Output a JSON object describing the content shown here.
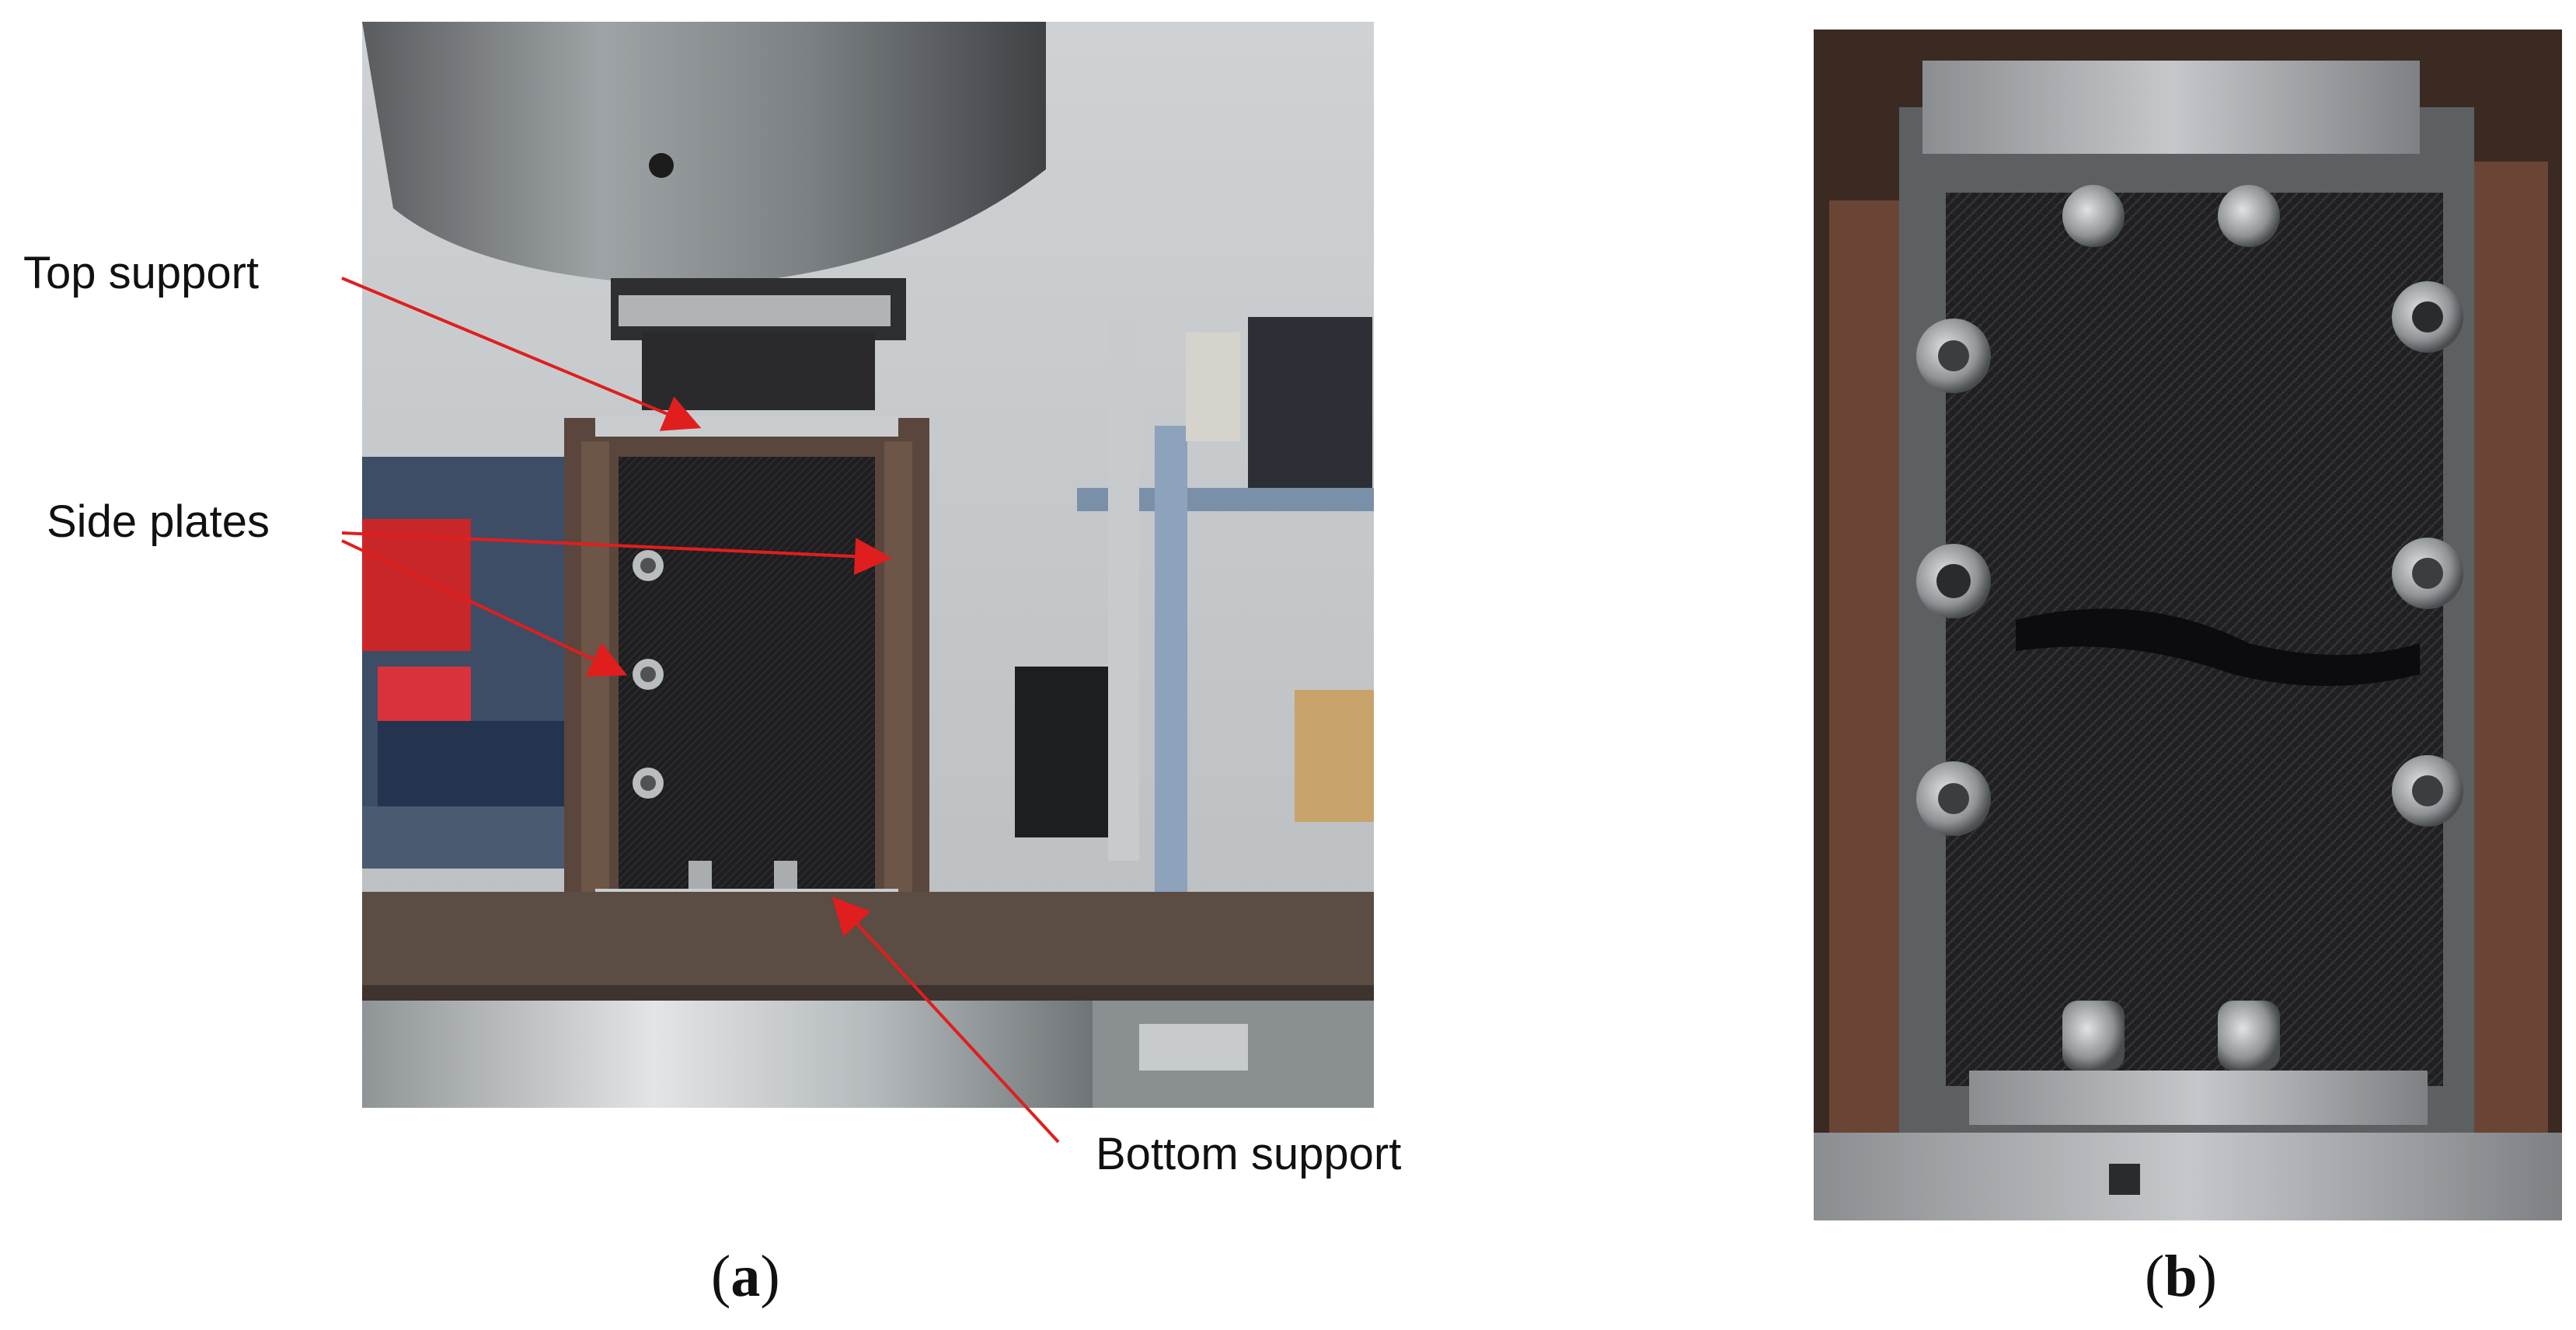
{
  "figure": {
    "panel_a": {
      "caption_open": "(",
      "caption_letter": "a",
      "caption_close": ")",
      "labels": {
        "top_support": "Top support",
        "side_plates": "Side plates",
        "bottom_support": "Bottom support"
      }
    },
    "panel_b": {
      "caption_open": "(",
      "caption_letter": "b",
      "caption_close": ")"
    },
    "colors": {
      "arrow": "#e01e1e",
      "steel": "#9aa0a3",
      "dark_steel": "#3c3c3e",
      "rust": "#6b4a3a",
      "composite": "#1c1c1e"
    }
  }
}
